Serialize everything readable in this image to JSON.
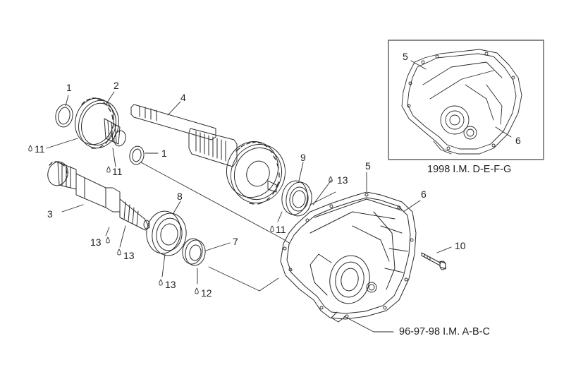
{
  "labels": {
    "p1a": "1",
    "p1b": "1",
    "p2": "2",
    "p3": "3",
    "p4": "4",
    "p5a": "5",
    "p5b": "5",
    "p6a": "6",
    "p6b": "6",
    "p7": "7",
    "p8": "8",
    "p9": "9",
    "p10": "10",
    "p11a": "11",
    "p11b": "11",
    "p11c": "11",
    "p12": "12",
    "p13a": "13",
    "p13b": "13",
    "p13c": "13",
    "p13d": "13"
  },
  "variants": {
    "inset_caption": "1998  I.M. D-E-F-G",
    "main_caption": "96-97-98  I.M. A-B-C"
  },
  "colors": {
    "line": "#2a2a2a",
    "background": "#ffffff"
  },
  "icons": {
    "drop": "lubricant-drop-icon"
  }
}
